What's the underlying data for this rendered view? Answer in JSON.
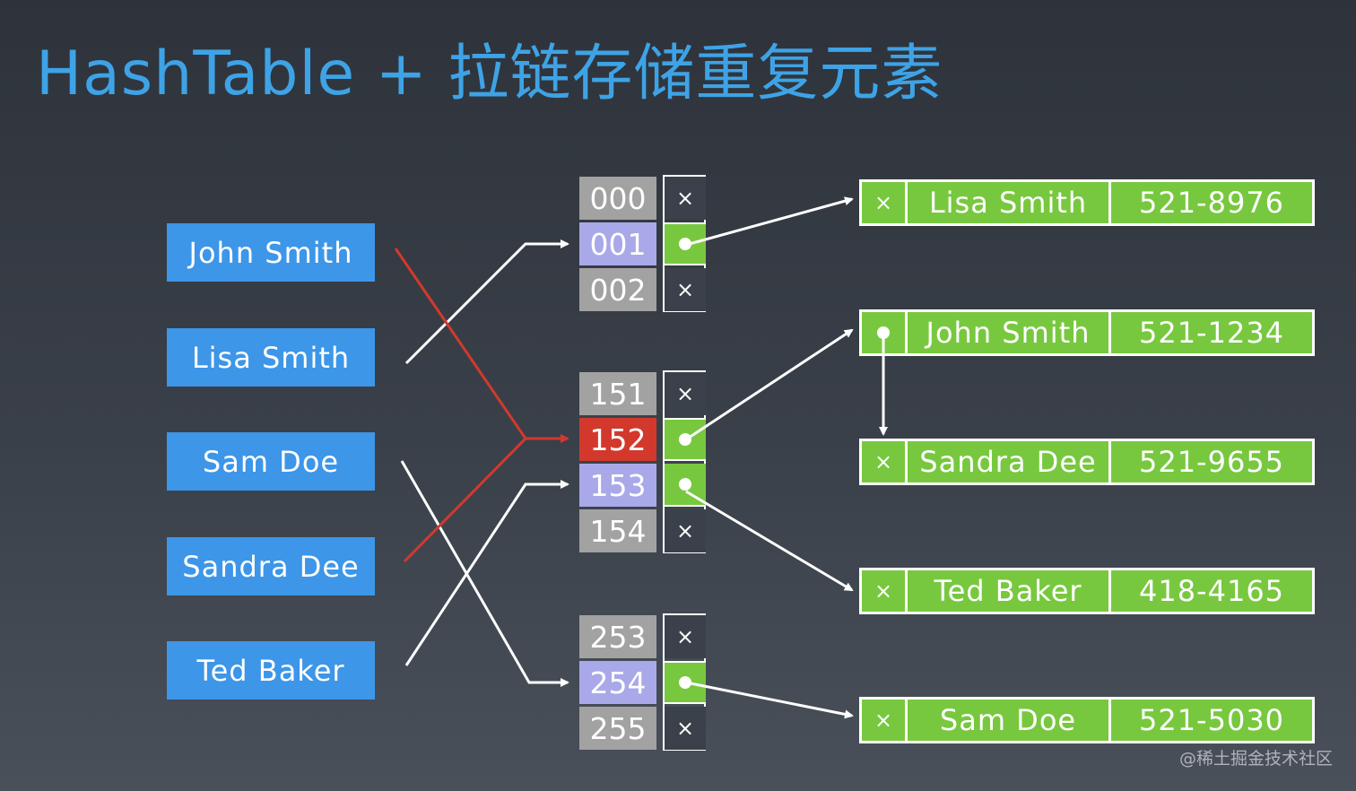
{
  "title": "HashTable + 拉链存储重复元素",
  "keys": [
    "John Smith",
    "Lisa Smith",
    "Sam Doe",
    "Sandra Dee",
    "Ted Baker"
  ],
  "buckets": [
    {
      "index": "000",
      "pointer": "×"
    },
    {
      "index": "001",
      "pointer": "link"
    },
    {
      "index": "002",
      "pointer": "×"
    },
    {
      "index": "151",
      "pointer": "×"
    },
    {
      "index": "152",
      "pointer": "link"
    },
    {
      "index": "153",
      "pointer": "link"
    },
    {
      "index": "154",
      "pointer": "×"
    },
    {
      "index": "253",
      "pointer": "×"
    },
    {
      "index": "254",
      "pointer": "link"
    },
    {
      "index": "255",
      "pointer": "×"
    }
  ],
  "entries": [
    {
      "next": "×",
      "name": "Lisa Smith",
      "phone": "521-8976"
    },
    {
      "next": "link",
      "name": "John Smith",
      "phone": "521-1234"
    },
    {
      "next": "×",
      "name": "Sandra Dee",
      "phone": "521-9655"
    },
    {
      "next": "×",
      "name": "Ted Baker",
      "phone": "418-4165"
    },
    {
      "next": "×",
      "name": "Sam Doe",
      "phone": "521-5030"
    }
  ],
  "colors": {
    "title": "#3ea3e6",
    "key_box": "#3d96e8",
    "bucket_gray": "#a2a2a2",
    "bucket_purple": "#a9a9e9",
    "bucket_collision": "#d2392c",
    "entry_green": "#78c83f",
    "collision_line": "#d2392c"
  },
  "watermark": "@稀土掘金技术社区"
}
